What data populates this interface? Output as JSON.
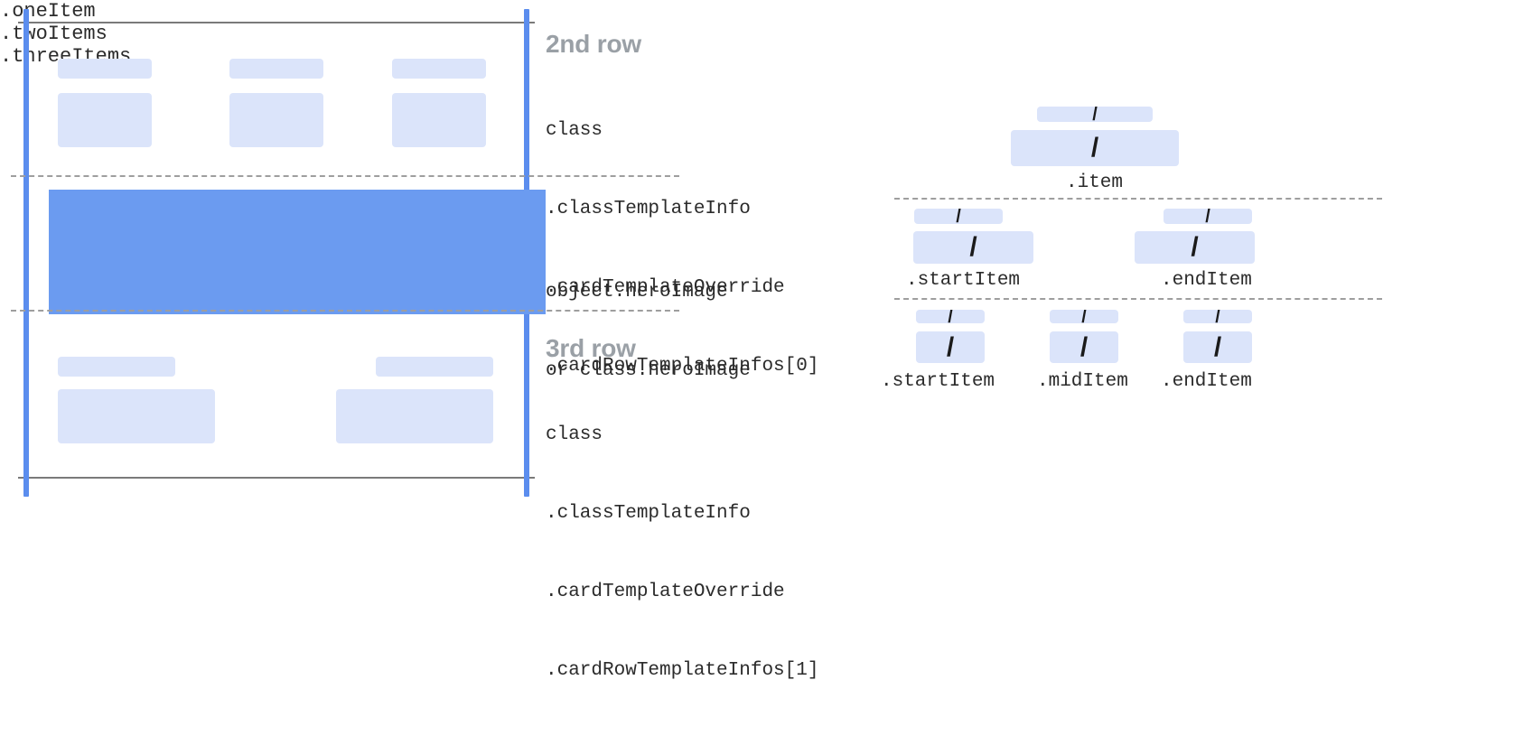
{
  "colors": {
    "rail": "#5b8dee",
    "hero": "#6b9bf0",
    "placeholder": "#dbe4fa",
    "rule": "#7a7a7a",
    "dashed": "#9e9e9e",
    "title_text": "#9aa0a6",
    "code_text": "#2b2b2b"
  },
  "left_panel": {
    "rows": [
      {
        "title": "2nd row",
        "code_lines": [
          "class",
          ".classTemplateInfo",
          ".cardTemplateOverride",
          ".cardRowTemplateInfos[0]"
        ]
      },
      {
        "title": "",
        "code_lines": [
          "object.heroImage",
          "or class.heroImage"
        ]
      },
      {
        "title": "3rd row",
        "code_lines": [
          "class",
          ".classTemplateInfo",
          ".cardTemplateOverride",
          ".cardRowTemplateInfos[1]"
        ]
      }
    ]
  },
  "right_panel": {
    "groups": [
      {
        "name": ".oneItem",
        "items": [
          ".item"
        ],
        "slash": "/"
      },
      {
        "name": ".twoItems",
        "items": [
          ".startItem",
          ".endItem"
        ],
        "slash": "/"
      },
      {
        "name": ".threeItems",
        "items": [
          ".startItem",
          ".midItem",
          ".endItem"
        ],
        "slash": "/"
      }
    ]
  }
}
